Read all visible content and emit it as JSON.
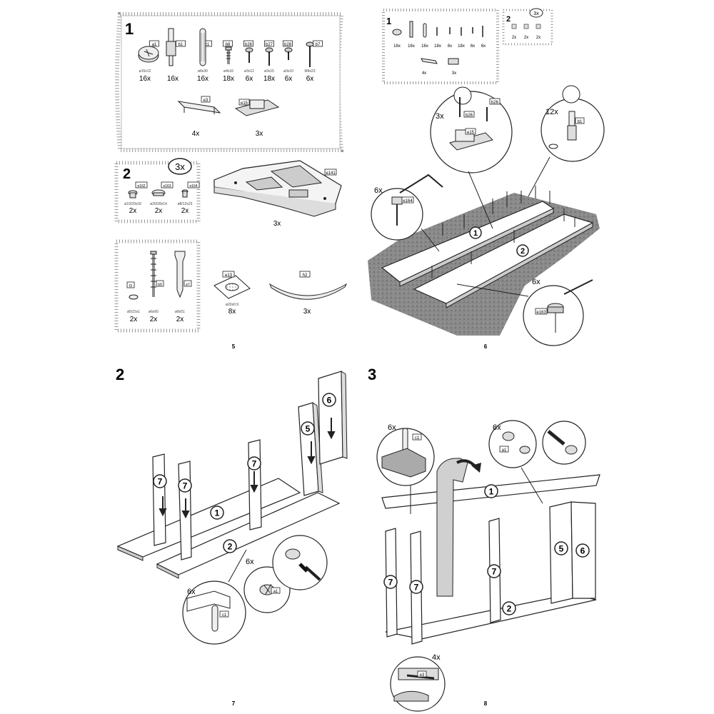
{
  "pages": [
    "5",
    "6",
    "7",
    "8"
  ],
  "page5": {
    "box1": {
      "step": "1",
      "parts": [
        {
          "code": "a1",
          "size": "ø15x12",
          "qty": "16x"
        },
        {
          "code": "b1",
          "size": "",
          "qty": "16x"
        },
        {
          "code": "c1",
          "size": "ø8x30",
          "qty": "16x"
        },
        {
          "code": "b8",
          "size": "ø4x16",
          "qty": "18x"
        },
        {
          "code": "b26",
          "size": "ø3x12",
          "qty": "6x"
        },
        {
          "code": "b27",
          "size": "ø3x15",
          "qty": "18x"
        },
        {
          "code": "b28",
          "size": "ø3x10",
          "qty": "6x"
        },
        {
          "code": "b7",
          "size": "M4x23",
          "qty": "6x"
        }
      ],
      "extras": [
        {
          "code": "e3",
          "qty": "4x"
        },
        {
          "code": "e15",
          "qty": "3x"
        }
      ]
    },
    "box2": {
      "step": "2",
      "sets": "3x",
      "parts": [
        {
          "code": "e162",
          "size": "ø10/20x18",
          "qty": "2x"
        },
        {
          "code": "e163",
          "size": "ø20/28x14",
          "qty": "2x"
        },
        {
          "code": "e164",
          "size": "ø8/12x23",
          "qty": "2x"
        }
      ]
    },
    "plate": {
      "code": "e141",
      "qty": "3x"
    },
    "box3": {
      "parts": [
        {
          "code": "f3",
          "size": "ø5/15x1",
          "qty": "2x"
        },
        {
          "code": "b9",
          "size": "ø6x60",
          "qty": "2x"
        },
        {
          "code": "e7",
          "size": "ø8x51",
          "qty": "2x"
        }
      ]
    },
    "pad": {
      "code": "e13",
      "size": "ø20x0.9",
      "qty": "8x"
    },
    "arc": {
      "code": "h2",
      "qty": "3x"
    }
  },
  "page6": {
    "box1": {
      "step": "1",
      "qtys": [
        "16x",
        "16x",
        "16x",
        "18x",
        "6x",
        "18x",
        "6x",
        "6x"
      ],
      "extras": [
        "4x",
        "3x"
      ]
    },
    "box2": {
      "step": "2",
      "sets": "3x",
      "qtys": [
        "2x",
        "2x",
        "2x"
      ]
    },
    "callouts": {
      "latch_qty": "3x",
      "latch_screw": "b26",
      "latch_code": "e15",
      "dowel_qty": "12x",
      "dowel_code": "b1",
      "left_qty": "6x",
      "left_code": "e164",
      "right_qty": "6x",
      "right_code": "e163"
    },
    "boards": [
      "1",
      "2"
    ]
  },
  "page7": {
    "step": "2",
    "panels": [
      "1",
      "2",
      "5",
      "6",
      "7",
      "7",
      "7"
    ],
    "callouts": {
      "left_qty": "6x",
      "left_code": "c1",
      "mid_qty": "6x",
      "mid_code": "a1"
    }
  },
  "page8": {
    "step": "3",
    "panels": [
      "1",
      "2",
      "5",
      "6",
      "7",
      "7",
      "7"
    ],
    "callouts": {
      "left_qty": "6x",
      "left_code": "c1",
      "right_qty": "6x",
      "right_code": "a1",
      "bottom_qty": "4x",
      "bottom_code": "e3"
    }
  }
}
